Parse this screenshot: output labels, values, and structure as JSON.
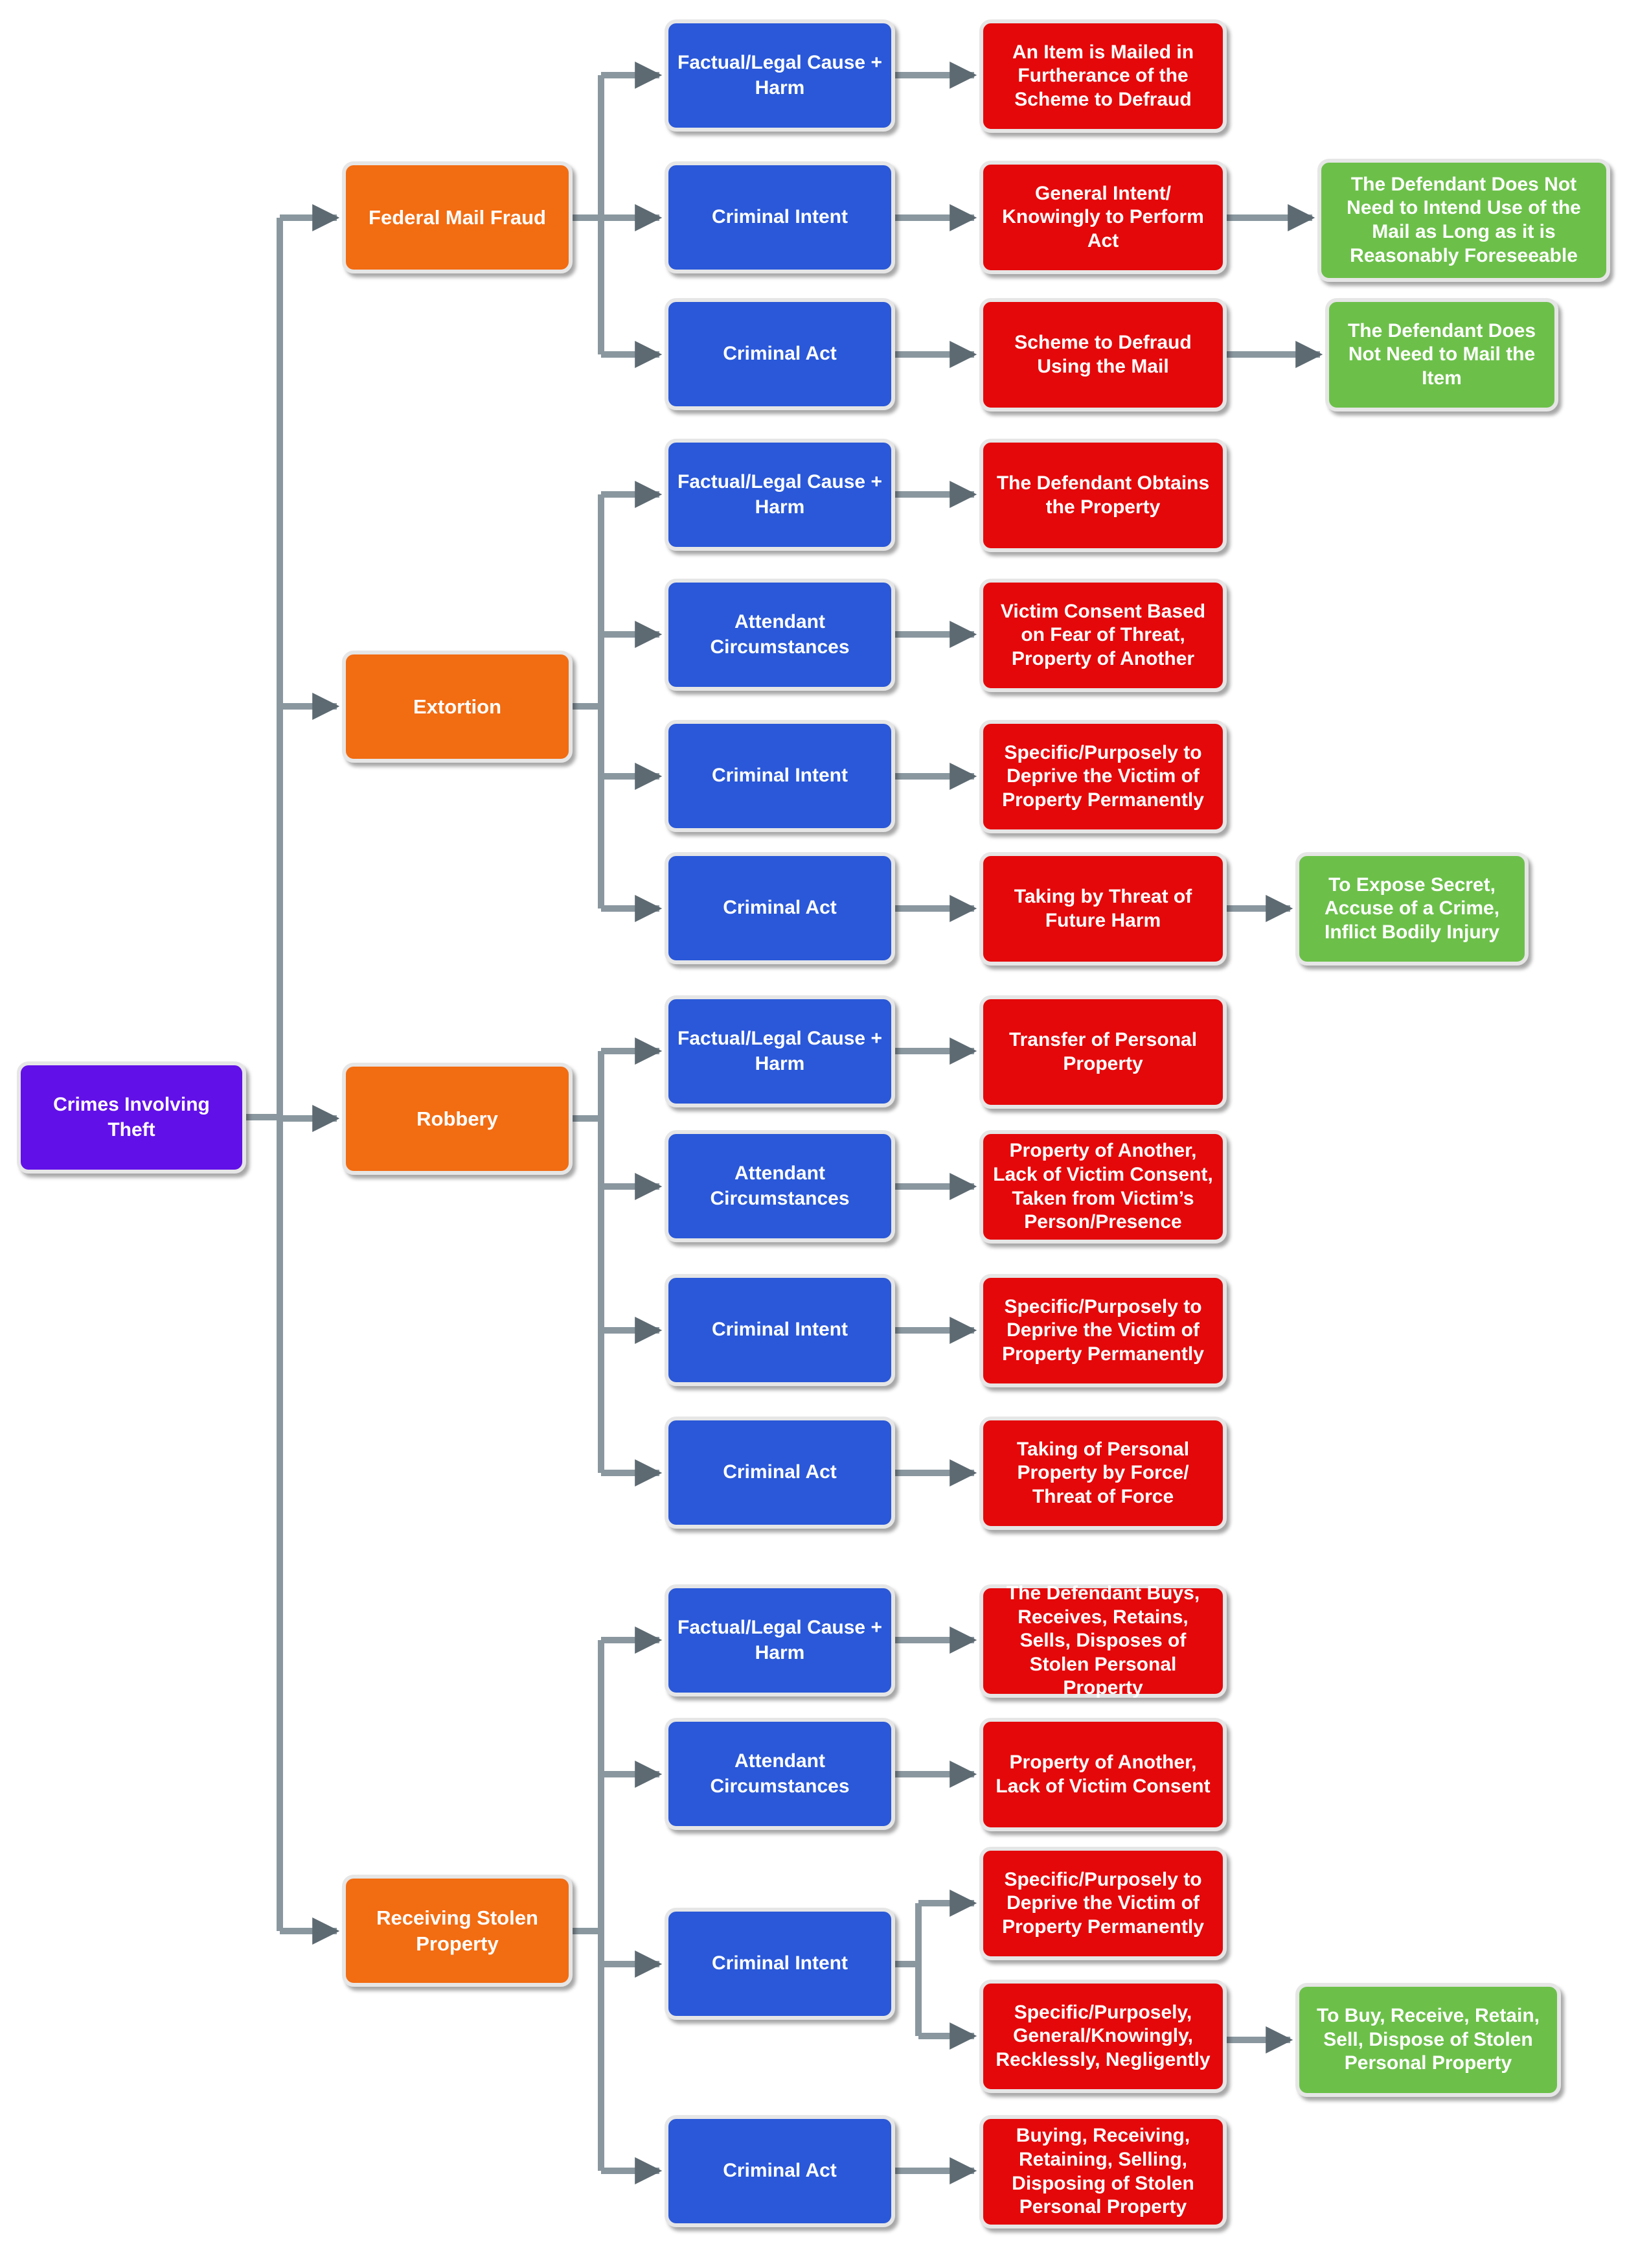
{
  "diagram": {
    "root": {
      "label": "Crimes Involving Theft"
    },
    "crimes": [
      {
        "name": "Federal Mail Fraud",
        "elements": [
          {
            "label": "Factual/Legal Cause + Harm",
            "details": [
              {
                "text": "An Item is Mailed in Furtherance of the Scheme to Defraud"
              }
            ]
          },
          {
            "label": "Criminal Intent",
            "details": [
              {
                "text": "General Intent/ Knowingly to Perform Act",
                "note": "The Defendant Does Not Need to Intend Use of the Mail as Long as it is Reasonably Foreseeable"
              }
            ]
          },
          {
            "label": "Criminal Act",
            "details": [
              {
                "text": "Scheme to Defraud Using the Mail",
                "note": "The Defendant Does Not Need to Mail the Item"
              }
            ]
          }
        ]
      },
      {
        "name": "Extortion",
        "elements": [
          {
            "label": "Factual/Legal Cause + Harm",
            "details": [
              {
                "text": "The Defendant Obtains the Property"
              }
            ]
          },
          {
            "label": "Attendant Circumstances",
            "details": [
              {
                "text": "Victim Consent Based on Fear of Threat, Property of Another"
              }
            ]
          },
          {
            "label": "Criminal Intent",
            "details": [
              {
                "text": "Specific/Purposely to Deprive the Victim of Property Permanently"
              }
            ]
          },
          {
            "label": "Criminal Act",
            "details": [
              {
                "text": "Taking by Threat of Future Harm",
                "note": "To Expose Secret, Accuse of a Crime, Inflict Bodily Injury"
              }
            ]
          }
        ]
      },
      {
        "name": "Robbery",
        "elements": [
          {
            "label": "Factual/Legal Cause + Harm",
            "details": [
              {
                "text": "Transfer of Personal Property"
              }
            ]
          },
          {
            "label": "Attendant Circumstances",
            "details": [
              {
                "text": "Property of Another, Lack of Victim Consent, Taken from Victim’s Person/Presence"
              }
            ]
          },
          {
            "label": "Criminal Intent",
            "details": [
              {
                "text": "Specific/Purposely to Deprive the Victim of Property Permanently"
              }
            ]
          },
          {
            "label": "Criminal Act",
            "details": [
              {
                "text": "Taking of Personal Property by Force/ Threat of Force"
              }
            ]
          }
        ]
      },
      {
        "name": "Receiving Stolen Property",
        "elements": [
          {
            "label": "Factual/Legal Cause + Harm",
            "details": [
              {
                "text": "The Defendant Buys, Receives, Retains, Sells, Disposes of Stolen Personal Property"
              }
            ]
          },
          {
            "label": "Attendant Circumstances",
            "details": [
              {
                "text": "Property of Another, Lack of Victim Consent"
              }
            ]
          },
          {
            "label": "Criminal Intent",
            "details": [
              {
                "text": "Specific/Purposely to Deprive the Victim of Property Permanently"
              },
              {
                "text": "Specific/Purposely, General/Knowingly, Recklessly, Negligently",
                "note": "To Buy, Receive, Retain, Sell, Dispose of Stolen Personal Property"
              }
            ]
          },
          {
            "label": "Criminal Act",
            "details": [
              {
                "text": "Buying, Receiving, Retaining, Selling, Disposing of Stolen Personal Property"
              }
            ]
          }
        ]
      }
    ]
  },
  "colors": {
    "root": "#6210e8",
    "crime": "#f26c12",
    "element": "#2a58d8",
    "detail": "#e4080a",
    "note": "#6cc04a",
    "connector": "#8a979f",
    "arrowhead": "#5d6a72",
    "border": "#e6e6e6"
  }
}
